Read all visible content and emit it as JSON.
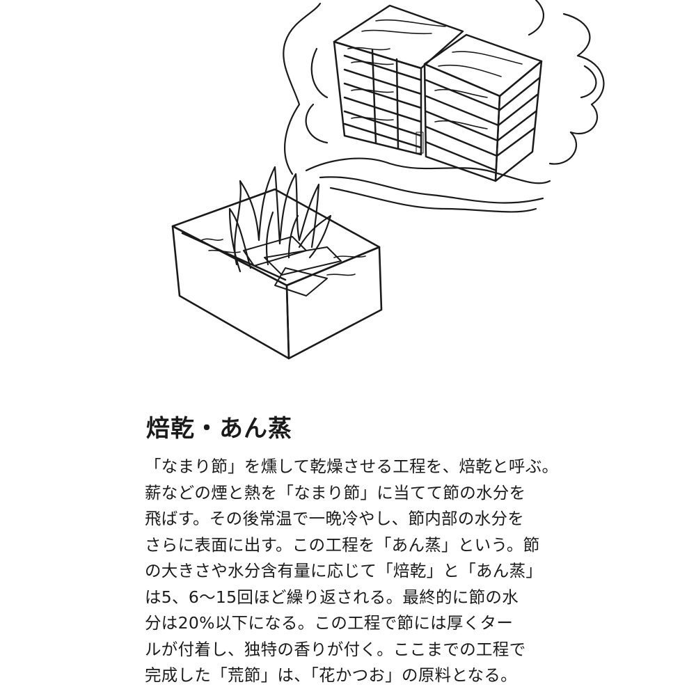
{
  "illustration": {
    "icons": [
      "fire-pit-icon",
      "flame-icon",
      "smoke-icon",
      "drying-rack-icon"
    ]
  },
  "section": {
    "title": "焙乾・あん蒸",
    "lines": [
      "「なまり節」を燻して乾燥させる工程を、焙乾と呼ぶ。",
      "薪などの煙と熱を「なまり節」に当てて節の水分を",
      "飛ばす。その後常温で一晩冷やし、節内部の水分を",
      "さらに表面に出す。この工程を「あん蒸」という。節",
      "の大きさや水分含有量に応じて「焙乾」と「あん蒸」",
      "は5、6〜15回ほど繰り返される。最終的に節の水",
      "分は20%以下になる。この工程で節には厚くター",
      "ルが付着し、独特の香りが付く。ここまでの工程で",
      "完成した「荒節」は、「花かつお」の原料となる。"
    ]
  }
}
